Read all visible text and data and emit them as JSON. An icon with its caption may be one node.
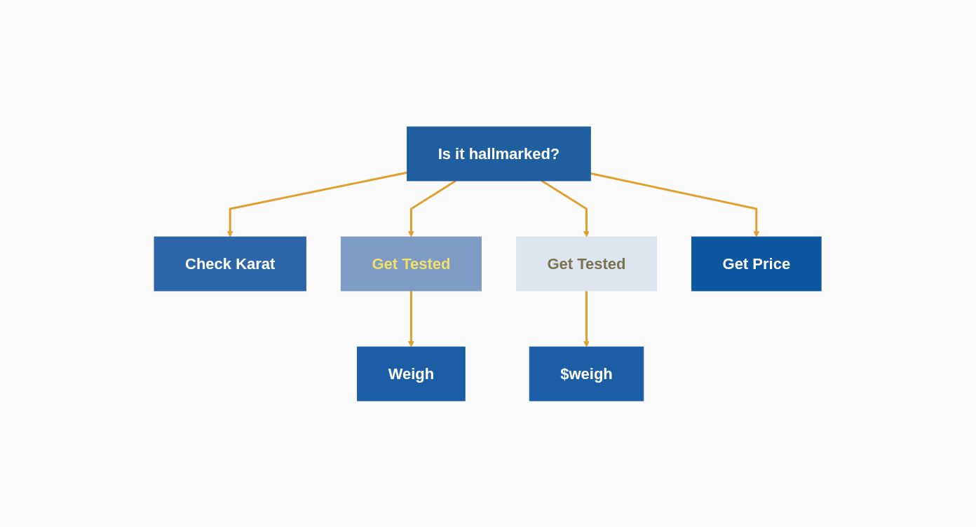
{
  "diagram": {
    "nodes": [
      {
        "text": [
          "Is it hallmarked?"
        ]
      },
      {
        "text": [
          "Check Karat"
        ]
      },
      {
        "text": [
          "Get Tested"
        ]
      },
      {
        "text": [
          "Get Tested"
        ]
      },
      {
        "text": [
          "Get Price"
        ]
      },
      {
        "text": [
          "Weigh"
        ]
      },
      {
        "text": [
          "$weigh"
        ]
      }
    ],
    "edges": [
      {
        "from": 0,
        "to": 1,
        "arrow": "to"
      },
      {
        "from": 0,
        "to": 2,
        "arrow": "to"
      },
      {
        "from": 0,
        "to": 3,
        "arrow": "to"
      },
      {
        "from": 0,
        "to": 4,
        "arrow": "to"
      },
      {
        "from": 2,
        "to": 5,
        "arrow": "to"
      },
      {
        "from": 3,
        "to": 6,
        "arrow": "to"
      }
    ]
  }
}
